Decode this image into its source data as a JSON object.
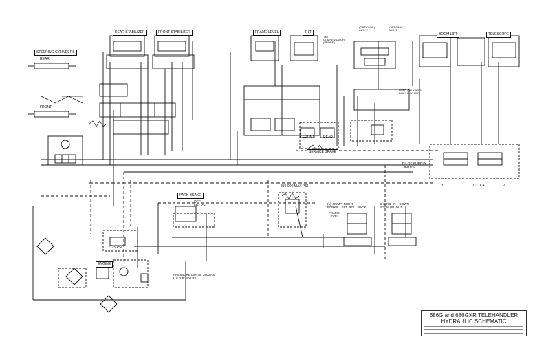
{
  "labels": {
    "rear_stabilizer": "REAR STABILIZER",
    "front_stabilizer": "FRONT STABILIZER",
    "frame_level": "FRAME LEVEL",
    "tilt": "TILT",
    "optional_aux2": "(OPTIONAL)\nAUX. 2",
    "optional_aux1": "(OPTIONAL)\nAUX. 1",
    "boom_lift": "BOOM LIFT",
    "telescope": "TELESCOPE",
    "steering_cylinders": "STEERING CYLINDERS",
    "rear": "REAR",
    "front": "FRONT",
    "tilt_compensator": "TILT\nCOMPENSATOR\n(PROBE)",
    "used_only_with": "USED ONLY WITH\nDUAL AUX. HYD.",
    "front_small": "FRONT",
    "rear_small": "REAR",
    "service_brake": "SERVICE BRAKE",
    "pilot_supply": "PILOT SUPPLY\n.360 PSI",
    "park_brake": "PARK BRAKE",
    "off_psi": "OFF\n660 PSI",
    "max_psi": "850-900 MAX PSI",
    "dump_group": "(L)  DUMP  RIGHT\nFORKS  LEFT  ROLL BACK",
    "frame_level_small": "FRAME\nLEVEL",
    "chord_group": "CHORD  IN    DOWN\nBOOM UP  OUT",
    "psi_2175": "2175 PSI",
    "engine": "ENGINE",
    "pressure_limits": "PRESSURE LIMITS: 3800 PSI\nL.S.D.P.: 400 PSI",
    "c3": "C3",
    "c1": "C1",
    "c4": "C4",
    "c2": "C2"
  },
  "title_block": {
    "line1": "686G and 686GXR TELEHANDLER",
    "line2": "HYDRAULIC SCHEMATIC"
  }
}
